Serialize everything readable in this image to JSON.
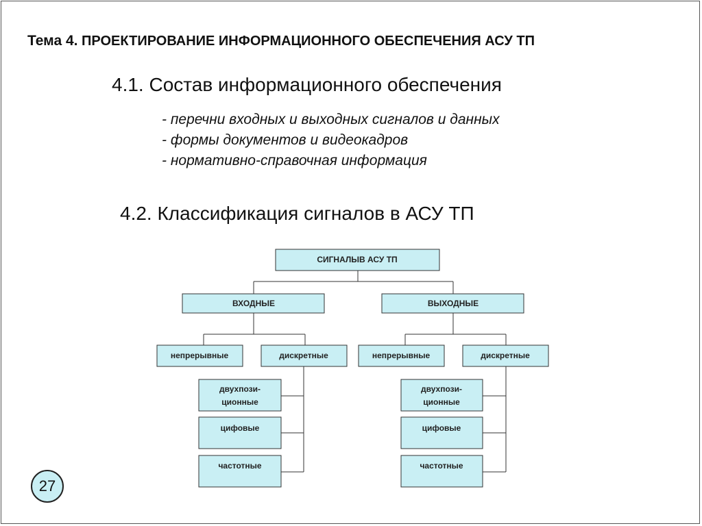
{
  "title": {
    "prefix": "Тема 4.",
    "text": "ПРОЕКТИРОВАНИЕ ИНФОРМАЦИОННОГО ОБЕСПЕЧЕНИЯ АСУ ТП"
  },
  "section1": {
    "heading": "4.1. Состав информационного обеспечения",
    "items": [
      "- перечни входных и выходных сигналов и данных",
      "- формы документов и видеокадров",
      "- нормативно-справочная информация"
    ]
  },
  "section2": {
    "heading": "4.2. Классификация сигналов в АСУ ТП"
  },
  "diagram": {
    "root": "СИГНАЛЫВ АСУ ТП",
    "input": "ВХОДНЫЕ",
    "output": "ВЫХОДНЫЕ",
    "input_continuous": "непрерывные",
    "input_discrete": "дискретные",
    "output_continuous": "непрерывные",
    "output_discrete": "дискретные",
    "input_two_position_1": "двухпози-",
    "input_two_position_2": "ционные",
    "input_digital": "цифовые",
    "input_frequency": "частотные",
    "output_two_position_1": "двухпози-",
    "output_two_position_2": "ционные",
    "output_digital": "цифовые",
    "output_frequency": "частотные"
  },
  "colors": {
    "box_fill": "#c9eff4",
    "border": "#333333"
  },
  "page_number": "27"
}
